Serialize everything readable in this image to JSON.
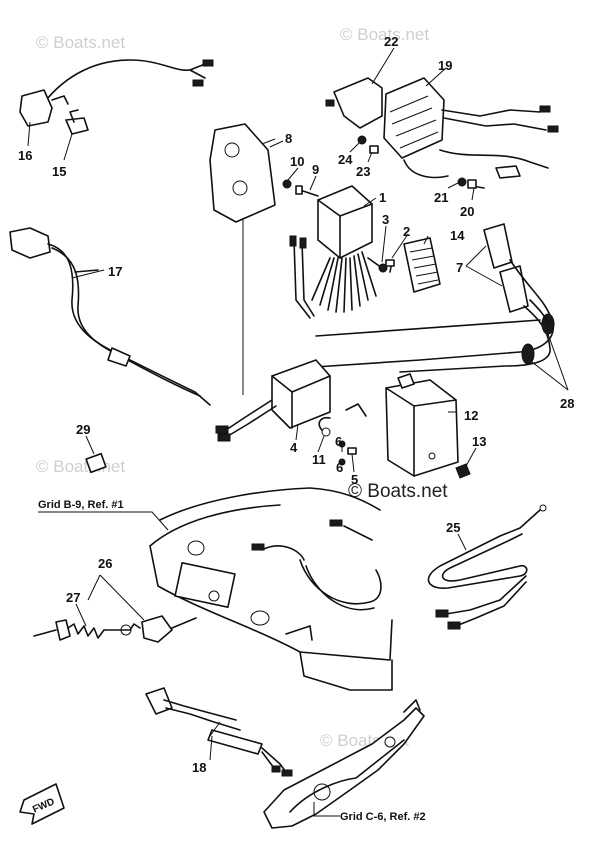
{
  "watermarks": [
    "© Boats.net",
    "© Boats.net",
    "© Boats.net",
    "© Boats.net"
  ],
  "center_watermark": "© Boats.net",
  "callouts": [
    "1",
    "2",
    "3",
    "4",
    "5",
    "6",
    "7",
    "8",
    "9",
    "10",
    "11",
    "12",
    "13",
    "14",
    "15",
    "16",
    "17",
    "18",
    "19",
    "20",
    "21",
    "22",
    "23",
    "24",
    "25",
    "26",
    "27",
    "28",
    "29",
    "6"
  ],
  "grid_refs": {
    "top": "Grid B-9, Ref. #1",
    "bottom": "Grid C-6, Ref. #2"
  },
  "direction_marker": "FWD"
}
